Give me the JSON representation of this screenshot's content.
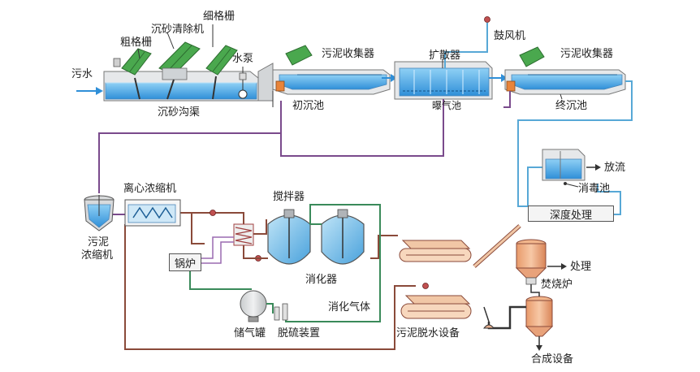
{
  "labels": {
    "xige_shan": "细格栅",
    "shensha_qingchu": "沉砂清除机",
    "cuge_shan": "粗格栅",
    "wushui": "污水",
    "shuibeng": "水泵",
    "shensha_gouqu": "沉砂沟渠",
    "wuni_shoujiqi_1": "污泥收集器",
    "chuchen_chi": "初沉池",
    "kuosanqi": "扩散器",
    "gufengji": "鼓风机",
    "puqi_chi": "曝气池",
    "wuni_shoujiqi_2": "污泥收集器",
    "zhongchen_chi": "终沉池",
    "fangliu": "放流",
    "xiaodu_chi": "消毒池",
    "shendu_chuli": "深度处理",
    "lixin_nongsuoji": "离心浓缩机",
    "wuni": "污泥",
    "nongsuoji": "浓缩机",
    "jiaobanqi": "搅拌器",
    "guolu": "锅炉",
    "xiaohuaqi": "消化器",
    "xiaohua_qiti": "消化气体",
    "chuqiguan": "储气罐",
    "tuoliu_zhuangzhi": "脱硫装置",
    "wuni_tuoshui": "污泥脱水设备",
    "chuli": "处理",
    "fenshaolu": "焚烧炉",
    "hecheng_shebei": "合成设备"
  },
  "colors": {
    "water_blue": "#2f8fd8",
    "pipe_light_blue": "#57a8d6",
    "sludge_purple": "#7a4a8c",
    "sludge_brown": "#8a4a3a",
    "gas_green": "#3a8a5a",
    "equipment_green": "#3f9a4a",
    "tank_gray": "#d8dadc",
    "incinerator_orange": "#e8a27a"
  }
}
